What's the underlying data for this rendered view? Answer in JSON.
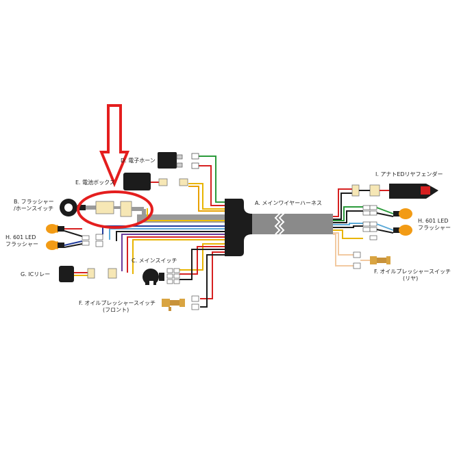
{
  "labels": {
    "harness": "A. メインワイヤーハーネス",
    "flasher_switch_1": "B. フラッシャー",
    "flasher_switch_2": "/ホーンスイッチ",
    "main_switch": "C. メインスイッチ",
    "horn": "D. 電子ホーン",
    "battery_box": "E. 電池ボックス",
    "oil_front_1": "F. オイルプレッシャースイッチ",
    "oil_front_2": "(フロント)",
    "oil_rear_1": "F. オイルプレッシャースイッチ",
    "oil_rear_2": "(リヤ)",
    "ic_relay": "G. ICリレー",
    "led_left_1": "H. 601 LED",
    "led_left_2": "フラッシャー",
    "led_right_1": "H. 601 LED",
    "led_right_2": "フラッシャー",
    "fender": "I. アナトEDリヤフェンダー"
  },
  "colors": {
    "annotation": "#e41e1e",
    "harness": "#8a8a8a",
    "boot": "#1c1c1c",
    "led": "#f29b15"
  },
  "icons": [
    "down-arrow-annotation-icon",
    "highlight-circle-icon"
  ]
}
